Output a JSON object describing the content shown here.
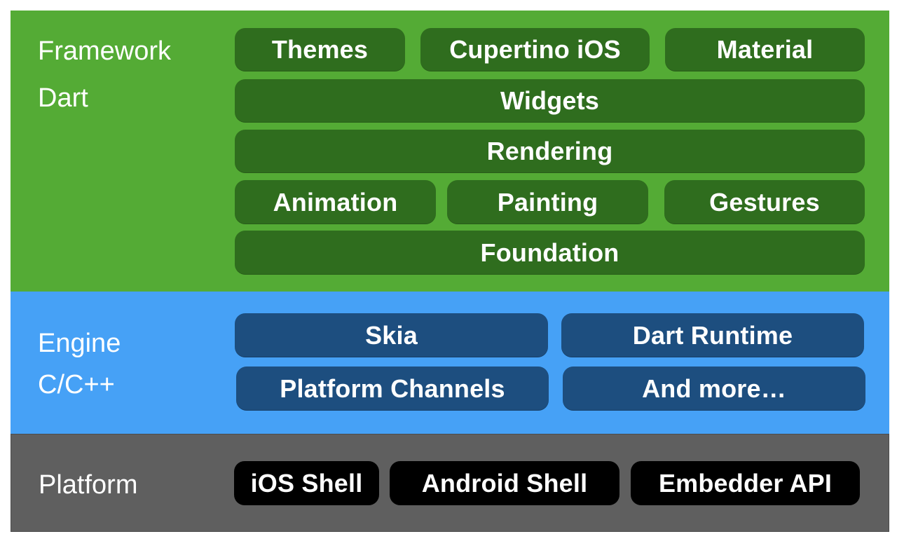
{
  "layers": {
    "framework": {
      "title": "Framework",
      "language": "Dart",
      "color": "#54ab35",
      "box_color": "#2f6d1e",
      "rows": [
        [
          "Themes",
          "Cupertino iOS",
          "Material"
        ],
        [
          "Widgets"
        ],
        [
          "Rendering"
        ],
        [
          "Animation",
          "Painting",
          "Gestures"
        ],
        [
          "Foundation"
        ]
      ]
    },
    "engine": {
      "title": "Engine",
      "language": "C/C++",
      "color": "#46a1f6",
      "box_color": "#1d4e7f",
      "rows": [
        [
          "Skia",
          "Dart Runtime"
        ],
        [
          "Platform Channels",
          "And more…"
        ]
      ]
    },
    "platform": {
      "title": "Platform",
      "color": "#5f5f5f",
      "box_color": "#000000",
      "rows": [
        [
          "iOS Shell",
          "Android Shell",
          "Embedder API"
        ]
      ]
    }
  }
}
